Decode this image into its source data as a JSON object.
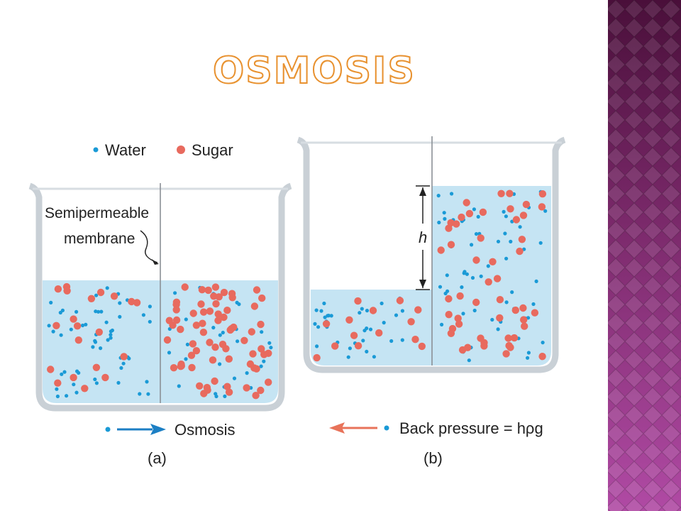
{
  "slide": {
    "title": "OSMOSIS"
  },
  "legend": {
    "water_label": "Water",
    "sugar_label": "Sugar"
  },
  "membrane_label_line1": "Semipermeable",
  "membrane_label_line2": "membrane",
  "height_label": "h",
  "panel_a": {
    "arrow_label": "Osmosis",
    "caption": "(a)"
  },
  "panel_b": {
    "arrow_label": "Back pressure = hρg",
    "caption": "(b)"
  },
  "colors": {
    "water_dot": "#1a9ad6",
    "sugar_dot": "#e86a5e",
    "liquid": "#c5e4f3",
    "osmosis_arrow": "#1c7fc4",
    "back_pressure_arrow": "#e8735a",
    "title_outline": "#e8912f",
    "side_band_dark": "#4a0f3a",
    "side_band_light": "#b04aa4"
  }
}
